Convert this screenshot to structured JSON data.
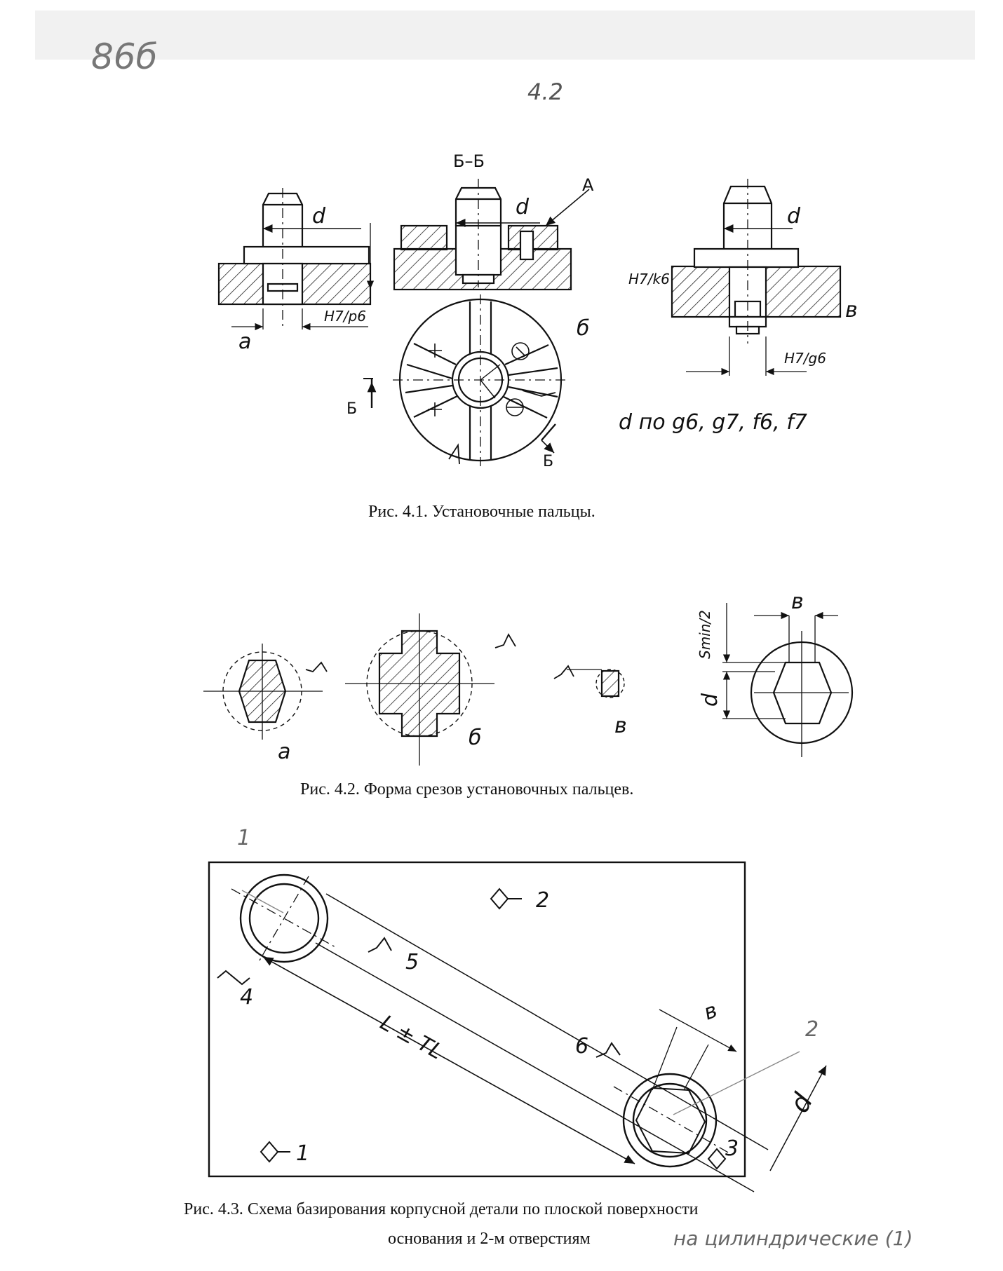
{
  "page": {
    "handwritten_page_no": "86б",
    "section_no": "4.2"
  },
  "fig1": {
    "caption": "Рис. 4.1. Установочные пальцы.",
    "section_label": "Б–Б",
    "dim_d": "d",
    "label_A": "А",
    "label_a": "а",
    "label_b": "б",
    "label_v": "в",
    "fit_p6": "H7/p6",
    "fit_k6": "H7/k6",
    "fit_g6": "H7/g6",
    "cut_mark": "Б",
    "tolerance_note": "d по g6, g7, f6, f7"
  },
  "fig2": {
    "caption": "Рис. 4.2. Форма срезов установочных пальцев.",
    "label_a": "а",
    "label_b": "б",
    "label_v": "в",
    "dim_b": "в",
    "dim_smin": "Smin/2",
    "dim_d": "d"
  },
  "fig3": {
    "caption_line1": "Рис. 4.3. Схема базирования корпусной детали по плоской поверхности",
    "caption_line2": "основания и 2-м отверстиям",
    "handwritten_note": "на цилиндрические (1)",
    "callout_1": "1",
    "callout_2": "2",
    "mark_1": "1",
    "mark_2": "2",
    "mark_3": "3",
    "mark_4": "4",
    "mark_5": "5",
    "mark_6": "6",
    "dim_L": "L ± TL",
    "dim_b": "в",
    "dim_d": "d"
  }
}
